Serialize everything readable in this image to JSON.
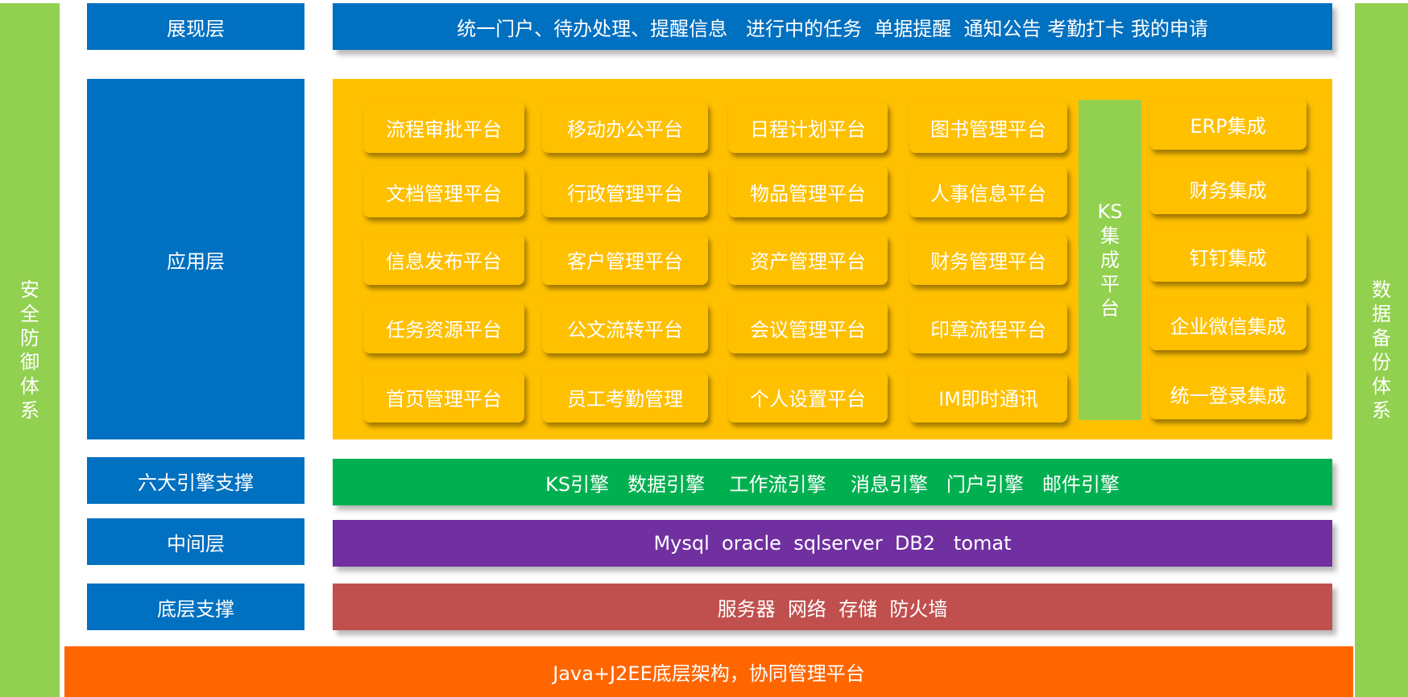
{
  "left_side": [
    "安",
    "全",
    "防",
    "御",
    "体",
    "系"
  ],
  "right_side": [
    "数",
    "据",
    "备",
    "份",
    "体",
    "系"
  ],
  "layers": {
    "presentation": {
      "label": "展现层",
      "content": "统一门户、待办处理、提醒信息   进行中的任务  单据提醒  通知公告 考勤打卡 我的申请"
    },
    "application": {
      "label": "应用层"
    },
    "engines": {
      "label": "六大引擎支撑",
      "content": "KS引擎   数据引擎    工作流引擎    消息引擎   门户引擎   邮件引擎"
    },
    "middle": {
      "label": "中间层",
      "content": "Mysql  oracle  sqlserver  DB2   tomat"
    },
    "base": {
      "label": "底层支撑",
      "content": "服务器  网络  存储  防火墙"
    }
  },
  "platforms": [
    [
      "流程审批平台",
      "移动办公平台",
      "日程计划平台",
      "图书管理平台"
    ],
    [
      "文档管理平台",
      "行政管理平台",
      "物品管理平台",
      "人事信息平台"
    ],
    [
      "信息发布平台",
      "客户管理平台",
      "资产管理平台",
      "财务管理平台"
    ],
    [
      "任务资源平台",
      "公文流转平台",
      "会议管理平台",
      "印章流程平台"
    ],
    [
      "首页管理平台",
      "员工考勤管理",
      "个人设置平台",
      "IM即时通讯"
    ]
  ],
  "ks_platform": [
    "KS",
    "集",
    "成",
    "平",
    "台"
  ],
  "integrations": [
    "ERP集成",
    "财务集成",
    "钉钉集成",
    "企业微信集成",
    "统一登录集成"
  ],
  "footer": "Java+J2EE底层架构，协同管理平台",
  "colors": {
    "side_green": "#92d050",
    "layer_blue": "#0070c0",
    "app_gold": "#ffc000",
    "engine_green": "#00b050",
    "middle_purple": "#7030a0",
    "base_red": "#c0504d",
    "footer_orange": "#ff6600"
  }
}
